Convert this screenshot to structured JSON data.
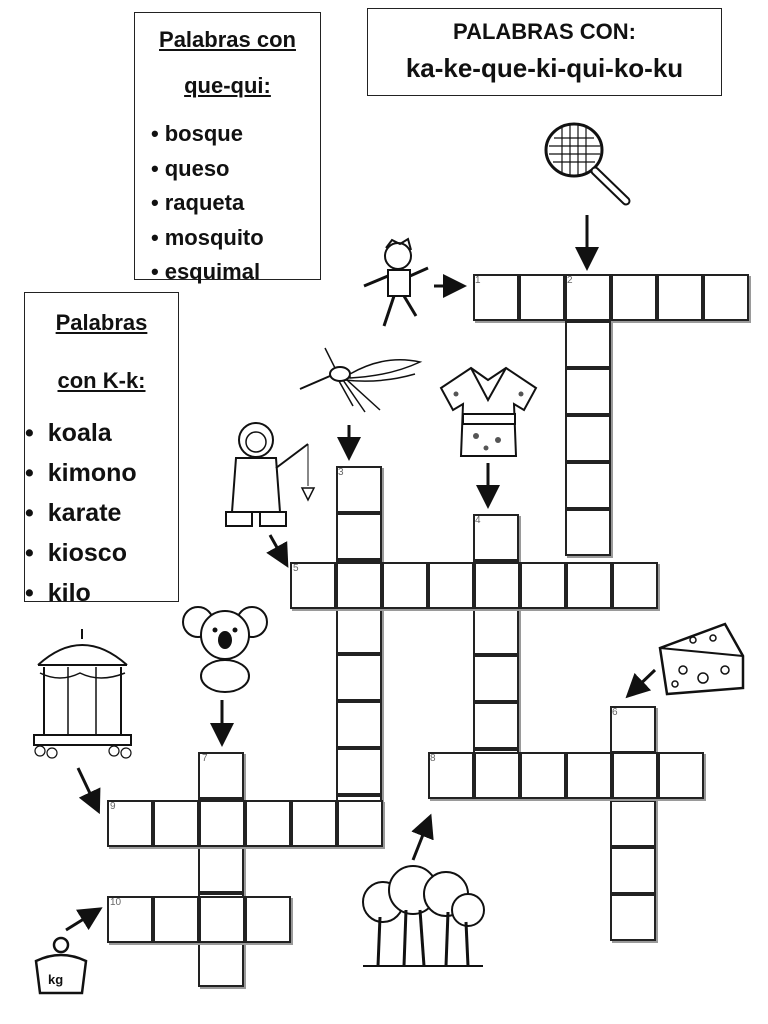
{
  "header": {
    "line1": "PALABRAS CON:",
    "line2": "ka-ke-que-ki-qui-ko-ku"
  },
  "que_qui_box": {
    "title_line1": "Palabras con",
    "title_line2": "que-qui:",
    "words": [
      "bosque",
      "queso",
      "raqueta",
      "mosquito",
      "esquimal"
    ]
  },
  "k_box": {
    "title_line1": "Palabras",
    "title_line2": "con K-k:",
    "words": [
      "koala",
      "kimono",
      "karate",
      "kiosco",
      "kilo"
    ]
  },
  "crossword": {
    "numbers": [
      "1",
      "2",
      "3",
      "4",
      "5",
      "6",
      "7",
      "8",
      "9",
      "10"
    ]
  },
  "pictures": {
    "kilo_label": "kg"
  },
  "icons": [
    "racket-icon",
    "karate-kid-icon",
    "mosquito-icon",
    "kimono-icon",
    "eskimo-icon",
    "koala-icon",
    "cheese-icon",
    "kiosk-icon",
    "forest-icon",
    "weight-icon",
    "arrow-icon"
  ]
}
